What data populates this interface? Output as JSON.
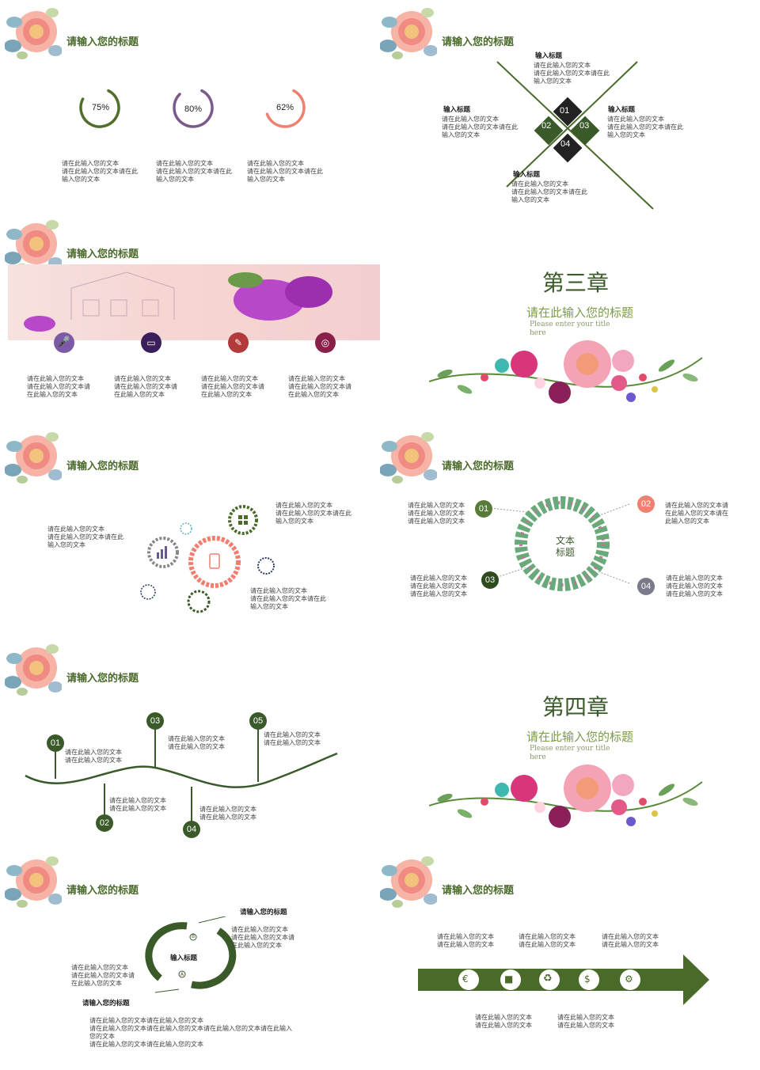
{
  "s1": {
    "title": "请输入您的标题",
    "rings": [
      {
        "pct": "75%",
        "value": 0.75,
        "color": "#4f6f2b"
      },
      {
        "pct": "80%",
        "value": 0.8,
        "color": "#7a5a8a"
      },
      {
        "pct": "62%",
        "value": 0.62,
        "color": "#f08070"
      }
    ],
    "texts": [
      "请在此输入您的文本\n请在此输入您的文本请在此\n输入您的文本",
      "请在此输入您的文本\n请在此输入您的文本请在此\n输入您的文本",
      "请在此输入您的文本\n请在此输入您的文本请在此\n输入您的文本"
    ]
  },
  "s2": {
    "title": "请输入您的标题",
    "top_h": "输入标题",
    "top_t": "请在此输入您的文本\n请在此输入您的文本请在此\n输入您的文本",
    "left_h": "输入标题",
    "left_t": "请在此输入您的文本\n请在此输入您的文本请在此\n输入您的文本",
    "right_h": "输入标题",
    "right_t": "请在此输入您的文本\n请在此输入您的文本请在此\n输入您的文本",
    "bottom_h": "输入标题",
    "bottom_t": "请在此输入您的文本\n请在此输入您的文本请在此\n输入您的文本",
    "nums": [
      "01",
      "02",
      "03",
      "04"
    ]
  },
  "s3": {
    "title": "请输入您的标题",
    "texts": [
      "请在此输入您的文本\n请在此输入您的文本请\n在此输入您的文本",
      "请在此输入您的文本\n请在此输入您的文本请\n在此输入您的文本",
      "请在此输入您的文本\n请在此输入您的文本请\n在此输入您的文本",
      "请在此输入您的文本\n请在此输入您的文本请\n在此输入您的文本"
    ]
  },
  "s4": {
    "chapter": "第三章",
    "subtitle": "请在此输入您的标题",
    "en": "Please enter your title\nhere"
  },
  "s5": {
    "title": "请输入您的标题",
    "t_left": "请在此输入您的文本\n请在此输入您的文本请在此\n输入您的文本",
    "t_top": "请在此输入您的文本\n请在此输入您的文本请在此\n输入您的文本",
    "t_bottom": "请在此输入您的文本\n请在此输入您的文本请在此\n输入您的文本"
  },
  "s6": {
    "title": "请输入您的标题",
    "center": "文本\n标题",
    "nums": [
      "01",
      "02",
      "03",
      "04"
    ],
    "t1": "请在此输入您的文本\n请在此输入您的文本\n请在此输入您的文本",
    "t2": "请在此输入您的文本请\n在此输入您的文本请在\n此输入您的文本",
    "t3": "请在此输入您的文本\n请在此输入您的文本\n请在此输入您的文本",
    "t4": "请在此输入您的文本\n请在此输入您的文本\n请在此输入您的文本"
  },
  "s7": {
    "title": "请输入您的标题",
    "nums": [
      "01",
      "02",
      "03",
      "04",
      "05"
    ],
    "texts": [
      "请在此输入您的文本\n请在此输入您的文本",
      "请在此输入您的文本\n请在此输入您的文本",
      "请在此输入您的文本\n请在此输入您的文本",
      "请在此输入您的文本\n请在此输入您的文本",
      "请在此输入您的文本\n请在此输入您的文本"
    ]
  },
  "s8": {
    "chapter": "第四章",
    "subtitle": "请在此输入您的标题",
    "en": "Please enter your title\nhere"
  },
  "s9": {
    "title": "请输入您的标题",
    "h_top": "请输入您的标题",
    "t_top": "请在此输入您的文本\n请在此输入您的文本请\n在此输入您的文本",
    "center": "输入标题",
    "a": "A",
    "b": "B",
    "t_left": "请在此输入您的文本\n请在此输入您的文本请\n在此输入您的文本",
    "h_bottom": "请输入您的标题",
    "t_bottom": "请在此输入您的文本请在此输入您的文本\n请在此输入您的文本请在此输入您的文本请在此输入您的文本请在此输入\n您的文本\n请在此输入您的文本请在此输入您的文本"
  },
  "s10": {
    "title": "请输入您的标题",
    "top": [
      "请在此输入您的文本\n请在此输入您的文本",
      "请在此输入您的文本\n请在此输入您的文本",
      "请在此输入您的文本\n请在此输入您的文本"
    ],
    "bottom": [
      "请在此输入您的文本\n请在此输入您的文本",
      "请在此输入您的文本\n请在此输入您的文本"
    ],
    "icons": [
      "euro-person-icon",
      "video-camera-icon",
      "recycle-icon",
      "money-bag-icon",
      "people-gears-icon"
    ]
  }
}
